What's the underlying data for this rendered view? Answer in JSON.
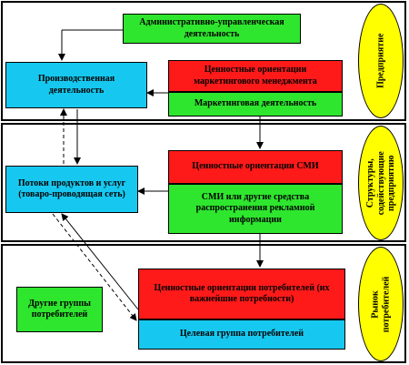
{
  "sections": {
    "enterprise": "Предприятие",
    "media": "Структуры, содействующие предприятию",
    "market": "Рынок потребителей"
  },
  "boxes": {
    "admin": "Административно-управленческая деятельность",
    "production": "Производственная деятельность",
    "marketing_values": "Ценностные ориентации маркетингового менеджмента",
    "marketing_activity": "Маркетинговая деятельность",
    "product_flows": "Потоки продуктов и услуг (товаро-проводящая сеть)",
    "media_values": "Ценностные ориентации СМИ",
    "media": "СМИ или другие средства распространения рекламной информации",
    "consumer_values": "Ценностные ориентации потребителей (их важнейшие потребности)",
    "target_group": "Целевая группа потребителей",
    "other_groups": "Другие группы потребителей"
  },
  "colors": {
    "green": "#2ee62e",
    "red": "#ff1a1a",
    "cyan": "#16c8ef",
    "yellow": "#ffff00"
  }
}
